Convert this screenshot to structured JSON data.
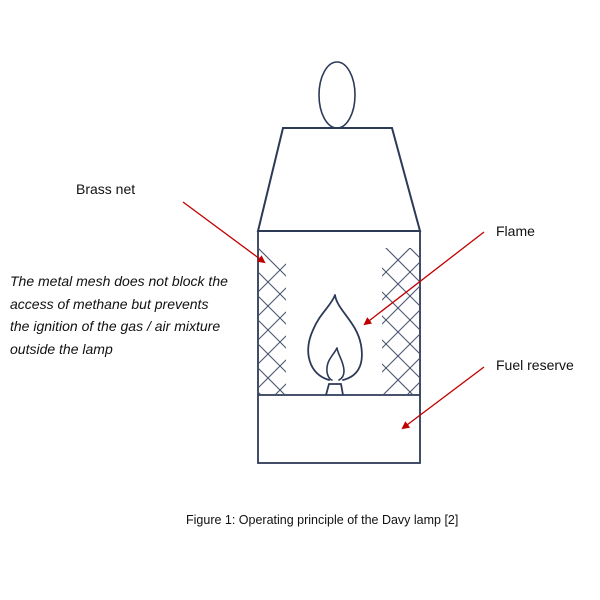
{
  "figure": {
    "caption": "Figure 1: Operating principle of the Davy lamp [2]"
  },
  "labels": {
    "brass_net": "Brass net",
    "flame": "Flame",
    "fuel_reserve": "Fuel reserve"
  },
  "note": {
    "lines": [
      "The metal mesh does not block the",
      "access of methane but prevents",
      "the ignition of the gas / air mixture",
      "outside the lamp"
    ]
  },
  "colors": {
    "outline": "#2d3a57",
    "arrow": "#c00000",
    "text": "#111111"
  }
}
